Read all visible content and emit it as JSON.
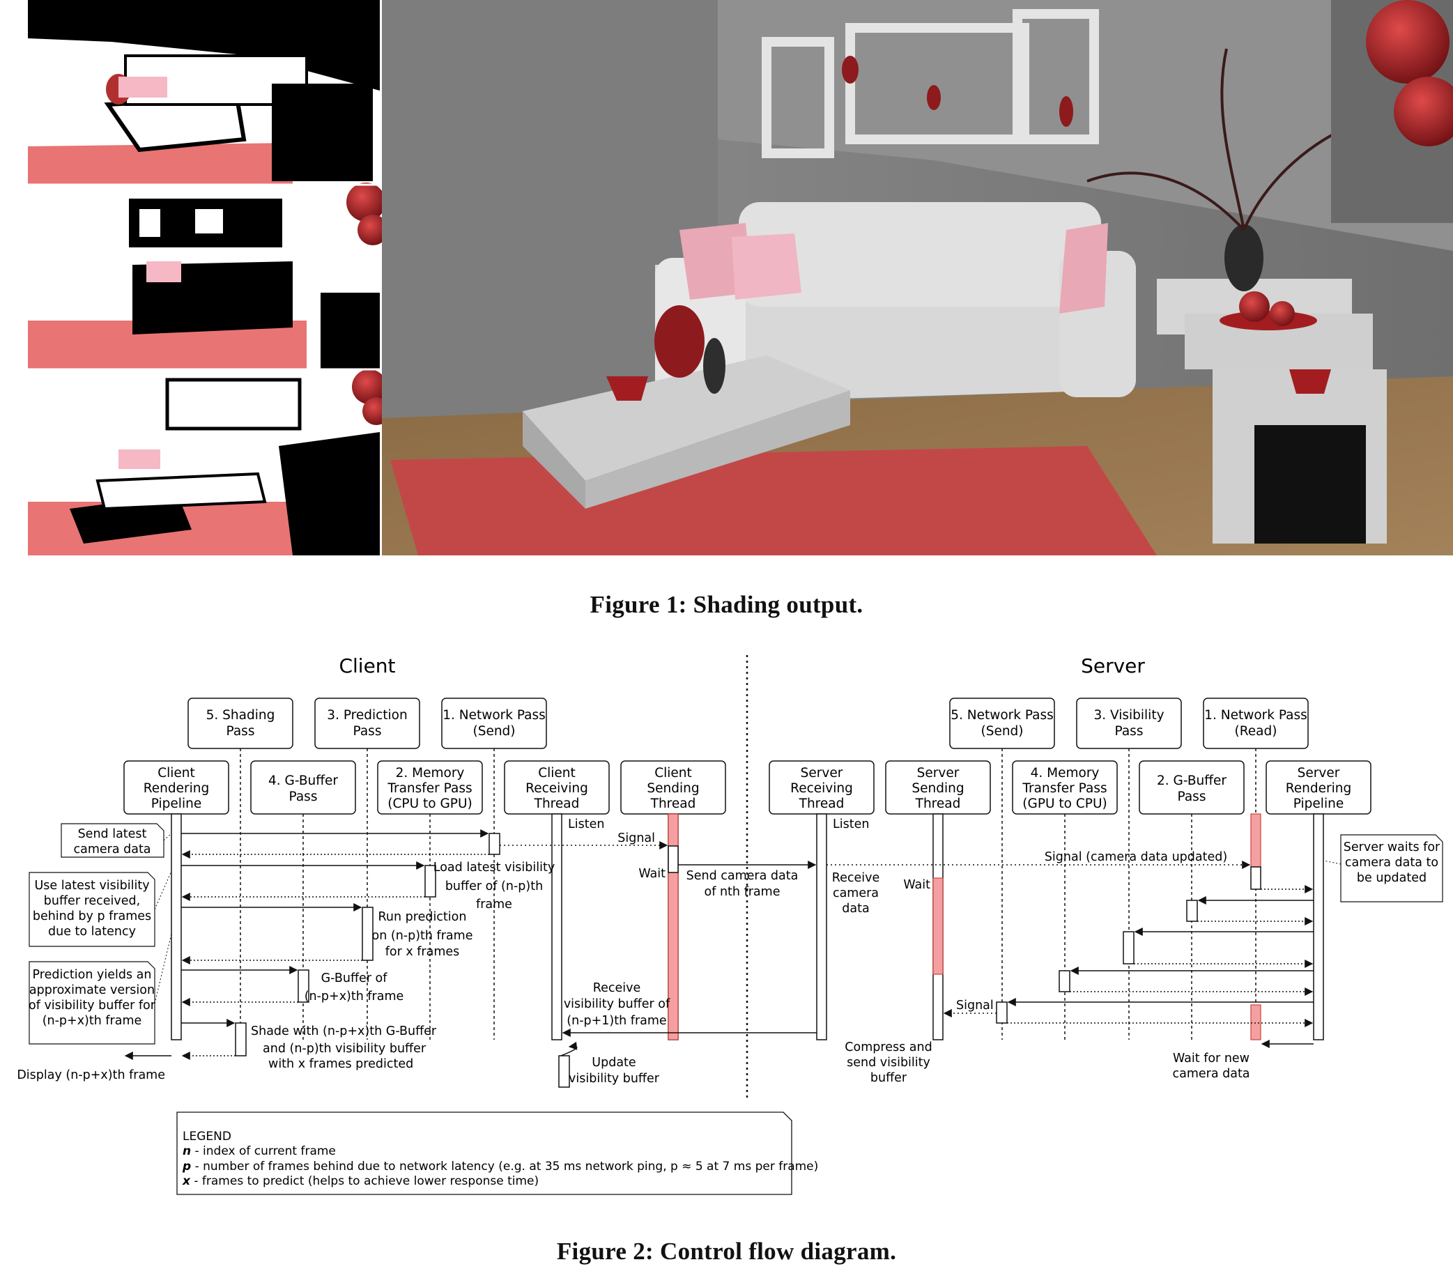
{
  "figure1": {
    "caption": "Figure 1: Shading output."
  },
  "figure2": {
    "caption": "Figure 2: Control flow diagram.",
    "client_title": "Client",
    "server_title": "Server",
    "client_passes": {
      "shading": [
        "5. Shading",
        "Pass"
      ],
      "prediction": [
        "3. Prediction",
        "Pass"
      ],
      "network_send": [
        "1. Network Pass",
        "(Send)"
      ]
    },
    "client_lanes": {
      "rendering": [
        "Client",
        "Rendering",
        "Pipeline"
      ],
      "gbuffer": [
        "4. G-Buffer",
        "Pass"
      ],
      "memory": [
        "2. Memory",
        "Transfer Pass",
        "(CPU to GPU)"
      ],
      "receiving": [
        "Client",
        "Receiving",
        "Thread"
      ],
      "sending": [
        "Client",
        "Sending",
        "Thread"
      ]
    },
    "server_passes": {
      "network_send": [
        "5. Network Pass",
        "(Send)"
      ],
      "visibility": [
        "3. Visibility",
        "Pass"
      ],
      "network_read": [
        "1. Network Pass",
        "(Read)"
      ]
    },
    "server_lanes": {
      "receiving": [
        "Server",
        "Receiving",
        "Thread"
      ],
      "sending": [
        "Server",
        "Sending",
        "Thread"
      ],
      "memory": [
        "4. Memory",
        "Transfer Pass",
        "(GPU to CPU)"
      ],
      "gbuffer": [
        "2. G-Buffer",
        "Pass"
      ],
      "rendering": [
        "Server",
        "Rendering",
        "Pipeline"
      ]
    },
    "notes": {
      "send_camera": [
        "Send latest",
        "camera data"
      ],
      "use_visibility": [
        "Use latest visibility",
        "buffer received,",
        "behind by p frames",
        "due to latency"
      ],
      "prediction_yields": [
        "Prediction yields an",
        "approximate version",
        "of visibility buffer for",
        "(n-p+x)th frame"
      ],
      "server_waits": [
        "Server waits for",
        "camera data to",
        "be updated"
      ]
    },
    "labels": {
      "listen_client": "Listen",
      "signal_client": "Signal",
      "wait_client": "Wait",
      "load_visibility": [
        "Load latest visibility",
        "buffer of (n-p)th",
        "frame"
      ],
      "run_prediction": [
        "Run prediction",
        "on (n-p)th frame",
        "for x frames"
      ],
      "gbuffer_of": [
        "G-Buffer of",
        "(n-p+x)th frame"
      ],
      "shade_with": [
        "Shade with (n-p+x)th G-Buffer",
        "and (n-p)th visibility buffer",
        "with x frames predicted"
      ],
      "display": "Display (n-p+x)th frame",
      "receive_visibility": [
        "Receive",
        "visibility buffer of",
        "(n-p+1)th frame"
      ],
      "update_visibility": [
        "Update",
        "visibility buffer"
      ],
      "send_camera_nth": [
        "Send camera data",
        "of nth frame"
      ],
      "listen_server": "Listen",
      "receive_camera": [
        "Receive",
        "camera",
        "data"
      ],
      "wait_server": "Wait",
      "signal_camera_updated": "Signal (camera data updated)",
      "signal_server": "Signal",
      "compress_send": [
        "Compress and",
        "send visibility",
        "buffer"
      ],
      "wait_new_camera": [
        "Wait for new",
        "camera data"
      ]
    },
    "legend": {
      "title": "LEGEND",
      "n_key": "n",
      "n_text": " - index of current frame",
      "p_key": "p",
      "p_text": " - number of frames behind due to network latency (e.g. at 35 ms network ping, p ≈ 5 at 7 ms per frame)",
      "x_key": "x",
      "x_text": " - frames to predict (helps to achieve lower response time)"
    },
    "colors": {
      "wait_fill": "#f4a0a0",
      "wait_stroke": "#c44"
    }
  }
}
